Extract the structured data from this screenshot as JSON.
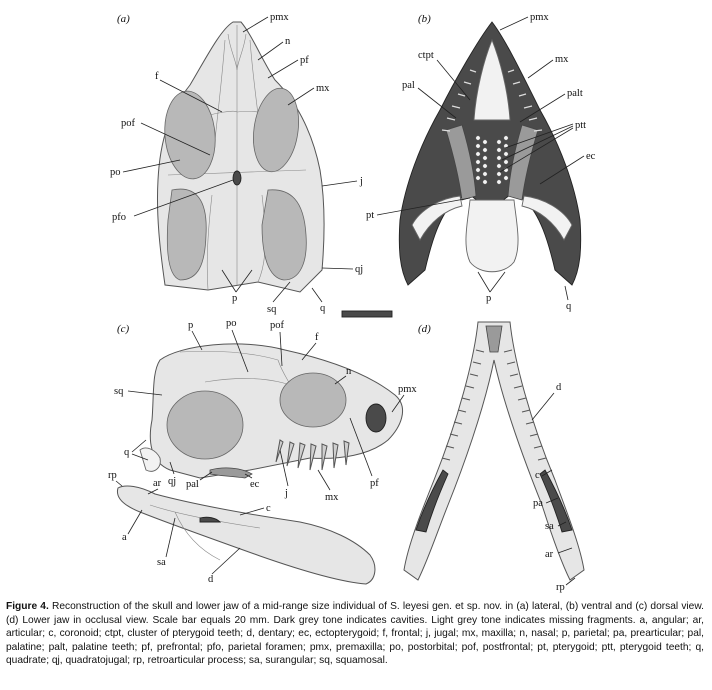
{
  "panels": {
    "a": "(a)",
    "b": "(b)",
    "c": "(c)",
    "d": "(d)"
  },
  "labels_a": {
    "pmx": "pmx",
    "n": "n",
    "pf": "pf",
    "mx": "mx",
    "f": "f",
    "pof": "pof",
    "po": "po",
    "j": "j",
    "pfo": "pfo",
    "qj": "qj",
    "p": "p",
    "sq": "sq",
    "q": "q"
  },
  "labels_b": {
    "pmx": "pmx",
    "ctpt": "ctpt",
    "mx": "mx",
    "pal": "pal",
    "palt": "palt",
    "ptt": "ptt",
    "ec": "ec",
    "pt": "pt",
    "p": "p",
    "q": "q"
  },
  "labels_c": {
    "p": "p",
    "po": "po",
    "pof": "pof",
    "f": "f",
    "n": "n",
    "sq": "sq",
    "pmx": "pmx",
    "q": "q",
    "qj": "qj",
    "pal": "pal",
    "ec": "ec",
    "j": "j",
    "mx": "mx",
    "pf": "pf",
    "rp": "rp",
    "ar": "ar",
    "c": "c",
    "a": "a",
    "sa": "sa",
    "d": "d"
  },
  "labels_d": {
    "d": "d",
    "c": "c",
    "pa": "pa",
    "sa": "sa",
    "ar": "ar",
    "rp": "rp"
  },
  "caption": {
    "title": "Figure 4.",
    "text": "Reconstruction of the skull and lower jaw of a mid-range size individual of S. leyesi gen. et sp. nov. in (a) lateral, (b) ventral and (c) dorsal view. (d) Lower jaw in occlusal view. Scale bar equals 20 mm. Dark grey tone indicates cavities. Light grey tone indicates missing fragments. a, angular; ar, articular; c, coronoid; ctpt, cluster of pterygoid teeth; d, dentary; ec, ectopterygoid; f, frontal; j, jugal; mx, maxilla; n, nasal; p, parietal; pa, prearticular; pal, palatine; palt, palatine teeth; pf, prefrontal; pfo, parietal foramen; pmx, premaxilla; po, postorbital; pof, postfrontal; pt, pterygoid; ptt, pterygoid teeth; q, quadrate; qj, quadratojugal; rp, retroarticular process; sa, surangular; sq, squamosal."
  }
}
